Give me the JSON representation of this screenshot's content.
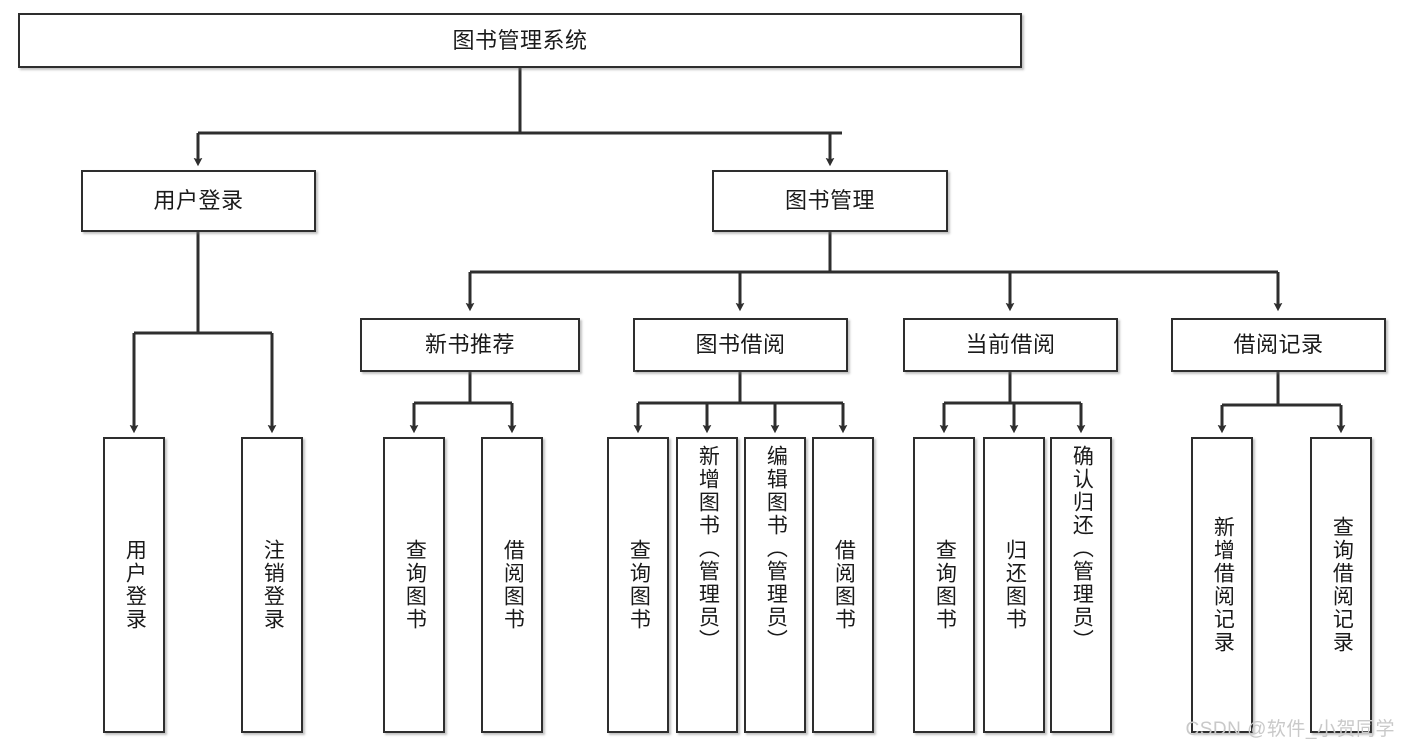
{
  "diagram": {
    "title": "图书管理系统",
    "type": "tree",
    "orientation": "top-down",
    "stroke_color": "#2e2e2e",
    "fill_color": "#ffffff",
    "text_color": "#1a1a1a",
    "root": {
      "label": "图书管理系统"
    },
    "level2": [
      {
        "label": "用户登录"
      },
      {
        "label": "图书管理"
      }
    ],
    "level3": [
      {
        "label": "新书推荐"
      },
      {
        "label": "图书借阅"
      },
      {
        "label": "当前借阅"
      },
      {
        "label": "借阅记录"
      }
    ],
    "leaves_user_login": [
      {
        "label": "用户登录"
      },
      {
        "label": "注销登录"
      }
    ],
    "leaves_new_book": [
      {
        "label": "查询图书"
      },
      {
        "label": "借阅图书"
      }
    ],
    "leaves_borrow": [
      {
        "label": "查询图书"
      },
      {
        "label": "新增图书（管理员）"
      },
      {
        "label": "编辑图书（管理员）"
      },
      {
        "label": "借阅图书"
      }
    ],
    "leaves_current": [
      {
        "label": "查询图书"
      },
      {
        "label": "归还图书"
      },
      {
        "label": "确认归还（管理员）"
      }
    ],
    "leaves_records": [
      {
        "label": "新增借阅记录"
      },
      {
        "label": "查询借阅记录"
      }
    ]
  },
  "watermark": {
    "text": "CSDN @软件_小贺同学"
  }
}
